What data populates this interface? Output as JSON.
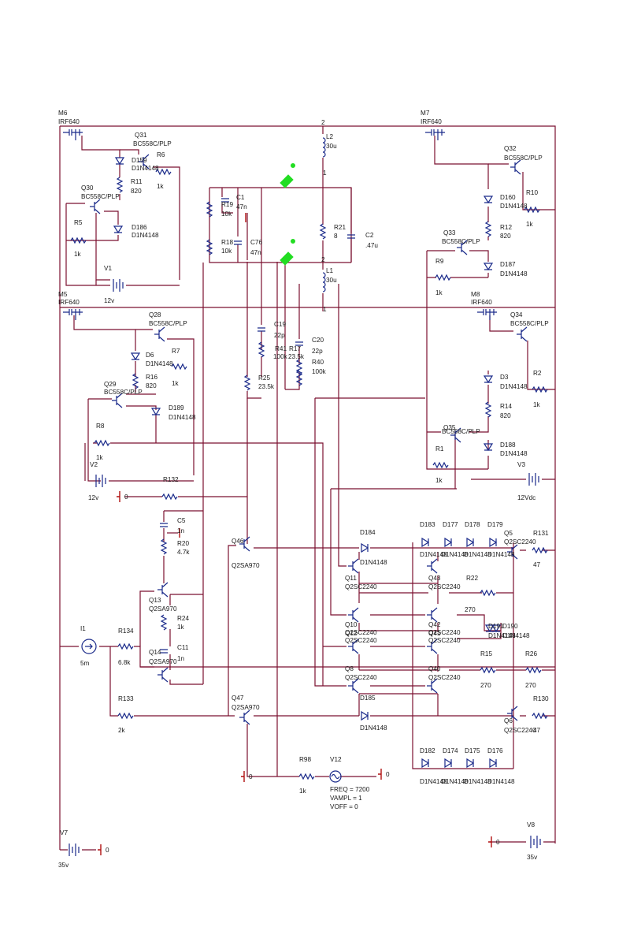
{
  "schematic": {
    "nodes": [
      "2",
      "1",
      "2",
      "1"
    ],
    "components": [
      {
        "ref": "M6",
        "value": "IRF640"
      },
      {
        "ref": "M7",
        "value": "IRF640"
      },
      {
        "ref": "M5",
        "value": "IRF640"
      },
      {
        "ref": "M8",
        "value": "IRF640"
      },
      {
        "ref": "Q31",
        "value": "BC558C/PLP"
      },
      {
        "ref": "Q30",
        "value": "BC558C/PLP"
      },
      {
        "ref": "Q32",
        "value": "BC558C/PLP"
      },
      {
        "ref": "Q33",
        "value": "BC558C/PLP"
      },
      {
        "ref": "Q28",
        "value": "BC558C/PLP"
      },
      {
        "ref": "Q29",
        "value": "BC558C/PLP"
      },
      {
        "ref": "Q34",
        "value": "BC558C/PLP"
      },
      {
        "ref": "Q35",
        "value": "BC558C/PLP"
      },
      {
        "ref": "D159",
        "value": "D1N4148"
      },
      {
        "ref": "D186",
        "value": "D1N4148"
      },
      {
        "ref": "D160",
        "value": "D1N4148"
      },
      {
        "ref": "D187",
        "value": "D1N4148"
      },
      {
        "ref": "D6",
        "value": "D1N4148"
      },
      {
        "ref": "D189",
        "value": "D1N4148"
      },
      {
        "ref": "D3",
        "value": "D1N4148"
      },
      {
        "ref": "D188",
        "value": "D1N4148"
      },
      {
        "ref": "D184",
        "value": "D1N4148"
      },
      {
        "ref": "D185",
        "value": "D1N4148"
      },
      {
        "ref": "D183",
        "value": "D1N4148"
      },
      {
        "ref": "D177",
        "value": "D1N4148"
      },
      {
        "ref": "D178",
        "value": "D1N4148"
      },
      {
        "ref": "D179",
        "value": "D1N4148"
      },
      {
        "ref": "D182",
        "value": "D1N4148"
      },
      {
        "ref": "D174",
        "value": "D1N4148"
      },
      {
        "ref": "D175",
        "value": "D1N4148"
      },
      {
        "ref": "D176",
        "value": "D1N4148"
      },
      {
        "ref": "D190",
        "value": "D1N4148"
      },
      {
        "ref": "D191",
        "value": "D1N4148"
      },
      {
        "ref": "R6",
        "value": "1k"
      },
      {
        "ref": "R11",
        "value": "820"
      },
      {
        "ref": "R5",
        "value": "1k"
      },
      {
        "ref": "R10",
        "value": "1k"
      },
      {
        "ref": "R12",
        "value": "820"
      },
      {
        "ref": "R9",
        "value": "1k"
      },
      {
        "ref": "R7",
        "value": "1k"
      },
      {
        "ref": "R16",
        "value": "820"
      },
      {
        "ref": "R8",
        "value": "1k"
      },
      {
        "ref": "R2",
        "value": "1k"
      },
      {
        "ref": "R14",
        "value": "820"
      },
      {
        "ref": "R1",
        "value": "1k"
      },
      {
        "ref": "R19",
        "value": "10k"
      },
      {
        "ref": "R18",
        "value": "10k"
      },
      {
        "ref": "R21",
        "value": "8"
      },
      {
        "ref": "R41",
        "value": "100k"
      },
      {
        "ref": "R17",
        "value": "23.5k"
      },
      {
        "ref": "R40",
        "value": "100k"
      },
      {
        "ref": "R25",
        "value": "23.5k"
      },
      {
        "ref": "R132",
        "value": ""
      },
      {
        "ref": "R20",
        "value": "4.7k"
      },
      {
        "ref": "R24",
        "value": "1k"
      },
      {
        "ref": "R134",
        "value": "6.8k"
      },
      {
        "ref": "R133",
        "value": "2k"
      },
      {
        "ref": "R98",
        "value": "1k"
      },
      {
        "ref": "R131",
        "value": "47"
      },
      {
        "ref": "R130",
        "value": "47"
      },
      {
        "ref": "R22",
        "value": "270"
      },
      {
        "ref": "R15",
        "value": "270"
      },
      {
        "ref": "R26",
        "value": "270"
      },
      {
        "ref": "C1",
        "value": "47n"
      },
      {
        "ref": "C76",
        "value": "47n"
      },
      {
        "ref": "C2",
        "value": ".47u"
      },
      {
        "ref": "C19",
        "value": "22p"
      },
      {
        "ref": "C20",
        "value": "22p"
      },
      {
        "ref": "C5",
        "value": "1n"
      },
      {
        "ref": "C11",
        "value": "1n"
      },
      {
        "ref": "L2",
        "value": "30u"
      },
      {
        "ref": "L1",
        "value": "30u"
      },
      {
        "ref": "V1",
        "value": "12v"
      },
      {
        "ref": "V2",
        "value": "12v"
      },
      {
        "ref": "V3",
        "value": "12Vdc"
      },
      {
        "ref": "V7",
        "value": "35v"
      },
      {
        "ref": "V8",
        "value": "35v"
      },
      {
        "ref": "I1",
        "value": "5m"
      },
      {
        "ref": "Q46",
        "value": "Q2SA970"
      },
      {
        "ref": "Q47",
        "value": "Q2SA970"
      },
      {
        "ref": "Q13",
        "value": "Q2SA970"
      },
      {
        "ref": "Q14",
        "value": "Q2SA970"
      },
      {
        "ref": "Q11",
        "value": "Q2SC2240"
      },
      {
        "ref": "Q43",
        "value": "Q2SC2240"
      },
      {
        "ref": "Q10",
        "value": "Q2SC2240"
      },
      {
        "ref": "Q42",
        "value": "Q2SC2240"
      },
      {
        "ref": "Q12",
        "value": "Q2SC2240"
      },
      {
        "ref": "Q41",
        "value": "Q2SC2240"
      },
      {
        "ref": "Q8",
        "value": "Q2SC2240"
      },
      {
        "ref": "Q40",
        "value": "Q2SC2240"
      },
      {
        "ref": "Q5",
        "value": "Q2SC2240"
      },
      {
        "ref": "Q6",
        "value": "Q2SC2240"
      }
    ],
    "grounds": [
      "0",
      "0",
      "0",
      "0",
      "0",
      "0"
    ],
    "source_v12": {
      "ref": "V12",
      "params": [
        "FREQ = 7200",
        "VAMPL = 1",
        "VOFF = 0"
      ]
    }
  },
  "colors": {
    "wire": "#7b1030",
    "component": "#1a2a8a",
    "ground": "#b01010",
    "probe": "#22dd22",
    "text": "#1a1a1a"
  }
}
